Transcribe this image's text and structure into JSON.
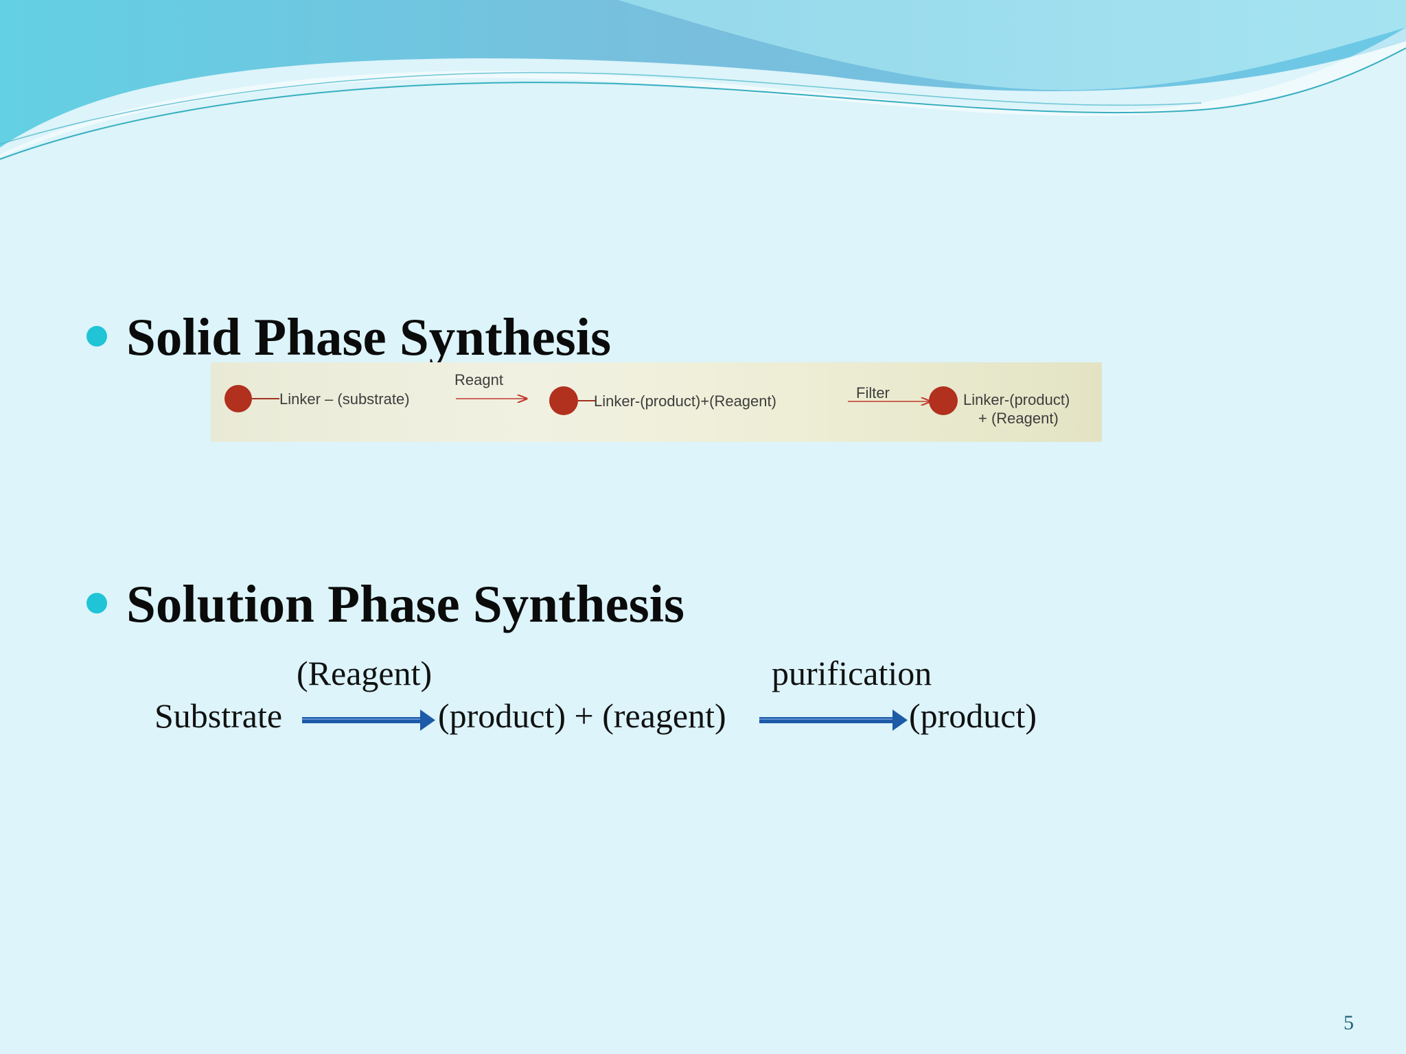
{
  "slide": {
    "bullets": [
      {
        "heading": "Solid Phase Synthesis"
      },
      {
        "heading": "Solution Phase Synthesis"
      }
    ],
    "solid_phase_diagram": {
      "step1_label": "Linker – (substrate)",
      "arrow1_label": "Reagnt",
      "step2_label": "Linker-(product)+(Reagent)",
      "arrow2_label": "Filter",
      "step3_label_line1": "Linker-(product)",
      "step3_label_line2": "+  (Reagent)"
    },
    "solution_phase_equation": {
      "arrow1_label": "(Reagent)",
      "arrow2_label": "purification",
      "substrate": "Substrate",
      "intermediate": "(product) + (reagent)",
      "product": "(product)"
    },
    "page_number": "5"
  },
  "colors": {
    "background": "#dcf4fa",
    "bullet": "#1fc4d6",
    "bead": "#b1301e",
    "arrow": "#1d5aa8"
  }
}
